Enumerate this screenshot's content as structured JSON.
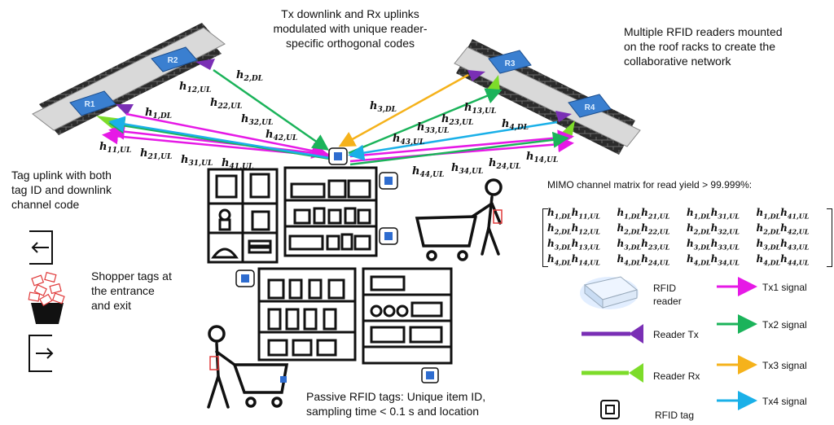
{
  "texts": {
    "top_center": [
      "Tx downlink and Rx uplinks",
      "modulated with unique reader-",
      "specific orthogonal codes"
    ],
    "top_right": [
      "Multiple RFID readers mounted",
      "on the roof racks to create the",
      "collaborative network"
    ],
    "left_tag": [
      "Tag uplink with both",
      "tag ID and downlink",
      "channel code"
    ],
    "shopper": [
      "Shopper tags at",
      "the entrance",
      "and exit"
    ],
    "bottom": [
      "Passive RFID tags: Unique item ID,",
      "sampling time < 0.1 s and location"
    ],
    "mimo_title": "MIMO channel matrix for read yield > 99.999%:"
  },
  "readers": [
    "R1",
    "R2",
    "R3",
    "R4"
  ],
  "channel_labels": [
    {
      "base": "h",
      "sub": "2,DL"
    },
    {
      "base": "h",
      "sub": "12,UL"
    },
    {
      "base": "h",
      "sub": "22,UL"
    },
    {
      "base": "h",
      "sub": "1,DL"
    },
    {
      "base": "h",
      "sub": "32,UL"
    },
    {
      "base": "h",
      "sub": "42,UL"
    },
    {
      "base": "h",
      "sub": "11,UL"
    },
    {
      "base": "h",
      "sub": "21,UL"
    },
    {
      "base": "h",
      "sub": "31,UL"
    },
    {
      "base": "h",
      "sub": "41,UL"
    },
    {
      "base": "h",
      "sub": "3,DL"
    },
    {
      "base": "h",
      "sub": "13,UL"
    },
    {
      "base": "h",
      "sub": "23,UL"
    },
    {
      "base": "h",
      "sub": "33,UL"
    },
    {
      "base": "h",
      "sub": "43,UL"
    },
    {
      "base": "h",
      "sub": "4,DL"
    },
    {
      "base": "h",
      "sub": "14,UL"
    },
    {
      "base": "h",
      "sub": "24,UL"
    },
    {
      "base": "h",
      "sub": "34,UL"
    },
    {
      "base": "h",
      "sub": "44,UL"
    }
  ],
  "matrix": [
    [
      "h1,DLh11,UL",
      "h1,DLh21,UL",
      "h1,DLh31,UL",
      "h1,DLh41,UL"
    ],
    [
      "h2,DLh12,UL",
      "h2,DLh22,UL",
      "h2,DLh32,UL",
      "h2,DLh42,UL"
    ],
    [
      "h3,DLh13,UL",
      "h3,DLh23,UL",
      "h3,DLh33,UL",
      "h3,DLh43,UL"
    ],
    [
      "h4,DLh14,UL",
      "h4,DLh24,UL",
      "h4,DLh34,UL",
      "h4,DLh44,UL"
    ]
  ],
  "legend": {
    "rfid_reader": [
      "RFID",
      "reader"
    ],
    "reader_tx": "Reader Tx",
    "reader_rx": "Reader Rx",
    "rfid_tag": "RFID tag",
    "signals": [
      {
        "label": "Tx1 signal",
        "color": "#e619e6"
      },
      {
        "label": "Tx2 signal",
        "color": "#1bb35a"
      },
      {
        "label": "Tx3 signal",
        "color": "#f5b21b"
      },
      {
        "label": "Tx4 signal",
        "color": "#1ab0e8"
      }
    ]
  },
  "colors": {
    "reader_tx": "#7a2fb5",
    "reader_rx": "#7ddc2a",
    "reader_body": "#3a7fd0"
  }
}
